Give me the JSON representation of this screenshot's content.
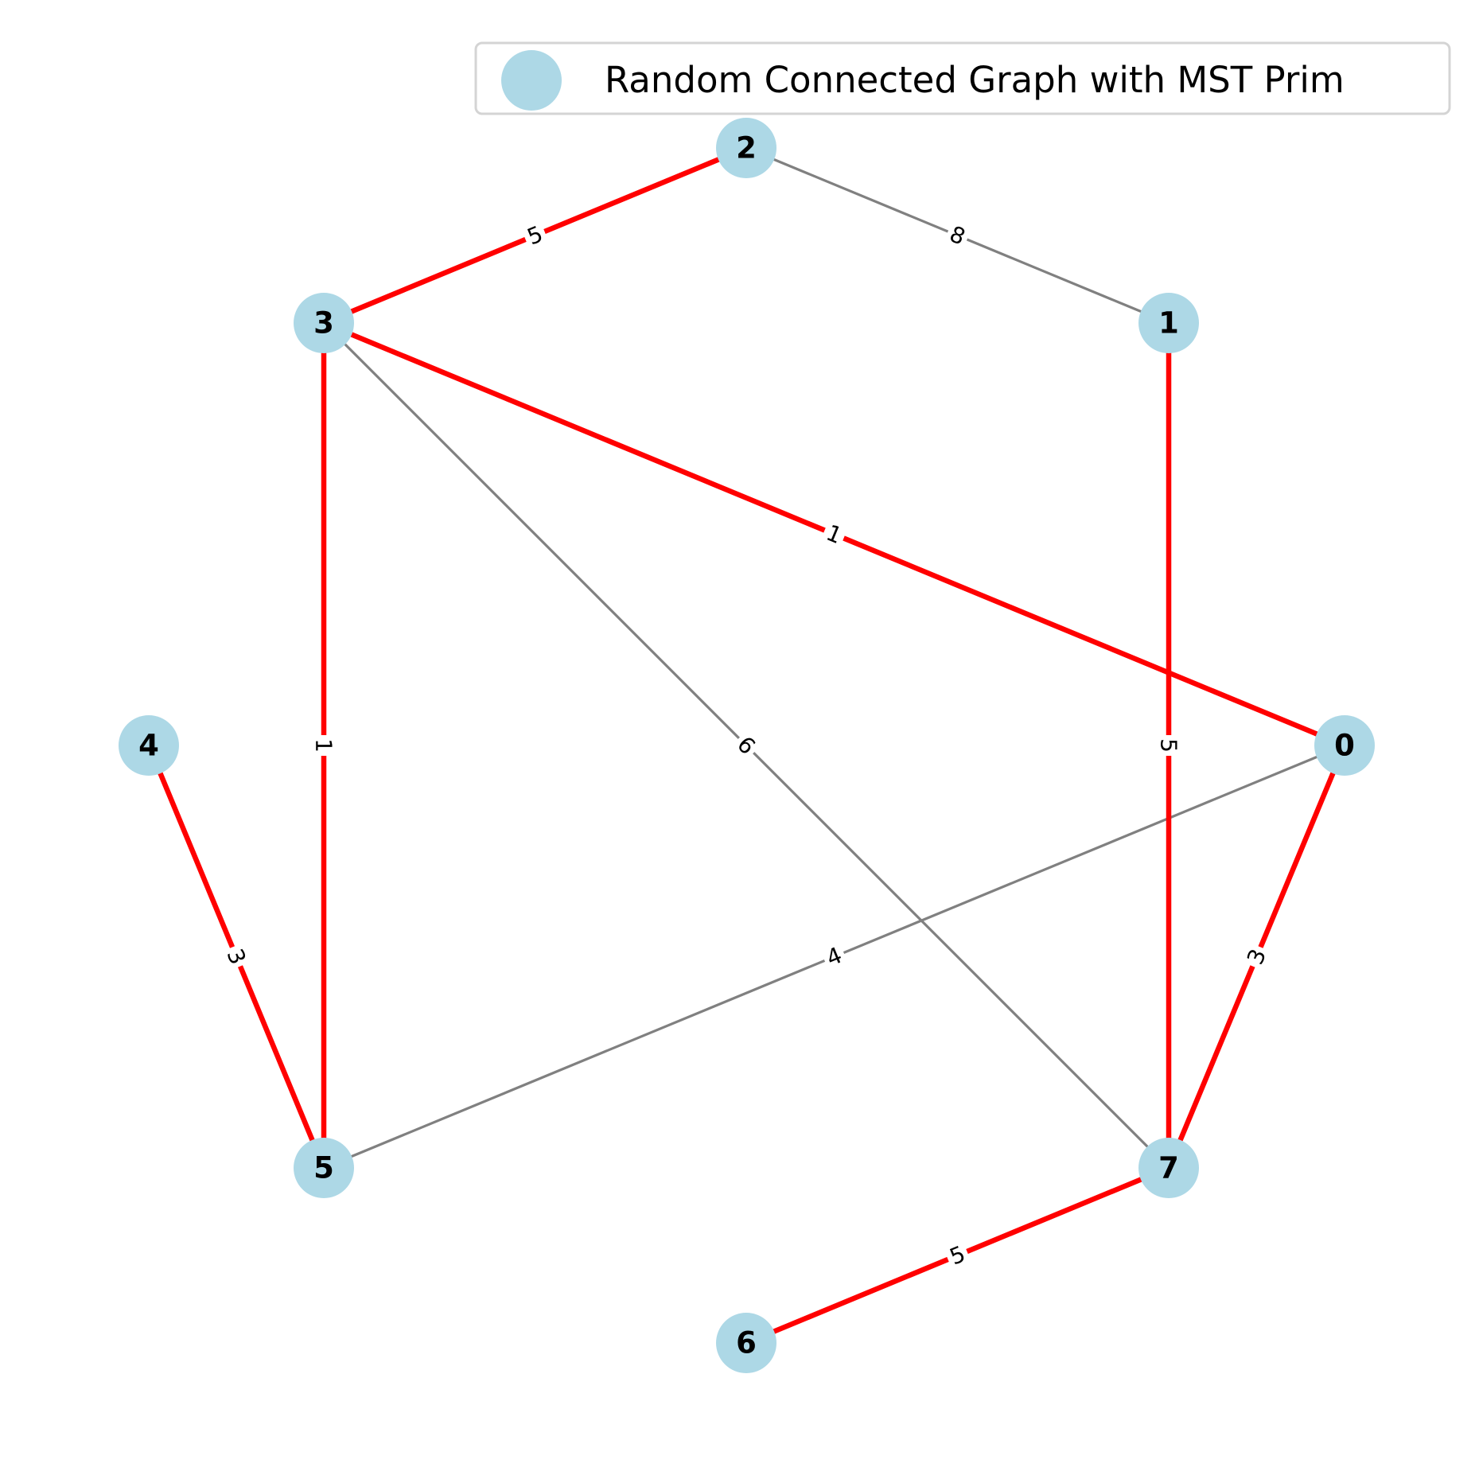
{
  "legend": {
    "label": "Random Connected Graph with MST Prim",
    "color": "#add8e6"
  },
  "colors": {
    "node": "#add8e6",
    "mst_edge": "#ff0000",
    "other_edge": "#808080"
  },
  "nodes": [
    {
      "id": "0",
      "label": "0"
    },
    {
      "id": "1",
      "label": "1"
    },
    {
      "id": "2",
      "label": "2"
    },
    {
      "id": "3",
      "label": "3"
    },
    {
      "id": "4",
      "label": "4"
    },
    {
      "id": "5",
      "label": "5"
    },
    {
      "id": "6",
      "label": "6"
    },
    {
      "id": "7",
      "label": "7"
    }
  ],
  "edges": [
    {
      "source": "2",
      "target": "3",
      "weight": "5",
      "mst": true
    },
    {
      "source": "2",
      "target": "1",
      "weight": "8",
      "mst": false
    },
    {
      "source": "3",
      "target": "0",
      "weight": "1",
      "mst": true
    },
    {
      "source": "3",
      "target": "5",
      "weight": "1",
      "mst": true
    },
    {
      "source": "3",
      "target": "7",
      "weight": "6",
      "mst": false
    },
    {
      "source": "1",
      "target": "7",
      "weight": "5",
      "mst": true
    },
    {
      "source": "0",
      "target": "5",
      "weight": "4",
      "mst": false
    },
    {
      "source": "0",
      "target": "7",
      "weight": "3",
      "mst": true
    },
    {
      "source": "4",
      "target": "5",
      "weight": "3",
      "mst": true
    },
    {
      "source": "7",
      "target": "6",
      "weight": "5",
      "mst": true
    }
  ]
}
